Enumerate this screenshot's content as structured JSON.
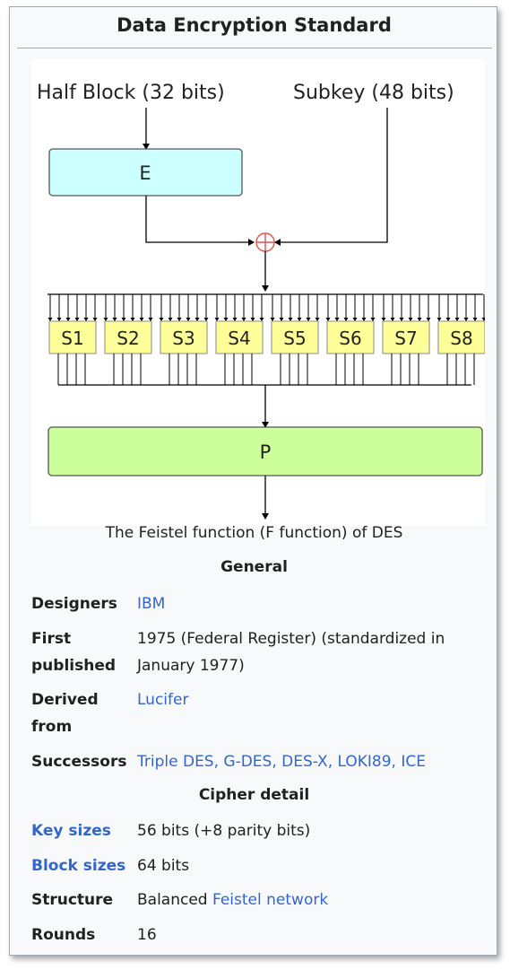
{
  "infobox": {
    "title": "Data Encryption Standard",
    "diagram": {
      "half_block_label": "Half Block (32 bits)",
      "subkey_label": "Subkey (48 bits)",
      "expansion_label": "E",
      "sboxes": [
        "S1",
        "S2",
        "S3",
        "S4",
        "S5",
        "S6",
        "S7",
        "S8"
      ],
      "permutation_label": "P",
      "colors": {
        "expansion_fill": "#ccffff",
        "sbox_fill": "#ffff99",
        "permutation_fill": "#ccff99",
        "xor_stroke": "#d9534f"
      }
    },
    "caption": "The Feistel function (F function) of DES",
    "general": {
      "heading": "General",
      "designers": {
        "label": "Designers",
        "value": "IBM"
      },
      "first_published": {
        "label_line1": "First",
        "label_line2": "published",
        "value_line1": "1975 (Federal Register) (standardized in",
        "value_line2": "January 1977)"
      },
      "derived_from": {
        "label_line1": "Derived",
        "label_line2": "from",
        "value": "Lucifer"
      },
      "successors": {
        "label": "Successors",
        "value": "Triple DES, G-DES, DES-X, LOKI89, ICE"
      }
    },
    "cipher_detail": {
      "heading": "Cipher detail",
      "key_sizes": {
        "label": "Key sizes",
        "value": "56 bits (+8 parity bits)"
      },
      "block_sizes": {
        "label": "Block sizes",
        "value": "64 bits"
      },
      "structure": {
        "label": "Structure",
        "value_prefix": "Balanced ",
        "value_link": "Feistel network"
      },
      "rounds": {
        "label": "Rounds",
        "value": "16"
      }
    },
    "link_color": "#3366cc"
  }
}
